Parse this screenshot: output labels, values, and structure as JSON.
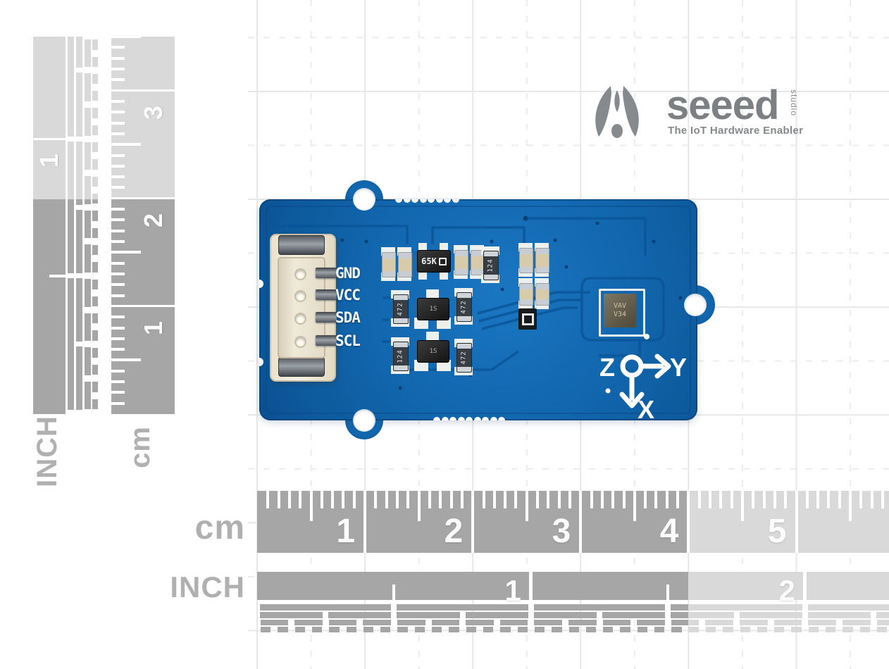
{
  "logo": {
    "brand": "seeed",
    "studio": "studio",
    "tagline": "The IoT Hardware Enabler"
  },
  "rulers": {
    "h_cm": {
      "unit": "cm",
      "numbers": [
        "1",
        "2",
        "3",
        "4",
        "5"
      ]
    },
    "h_inch": {
      "unit": "INCH",
      "numbers": [
        "1",
        "2"
      ]
    },
    "v_cm": {
      "unit": "cm",
      "numbers": [
        "1",
        "2",
        "3"
      ]
    },
    "v_inch": {
      "unit": "INCH",
      "numbers": [
        "1"
      ]
    }
  },
  "board": {
    "pin_labels": [
      "GND",
      "VCC",
      "SDA",
      "SCL"
    ],
    "axis": {
      "z": "Z",
      "y": "Y",
      "x": "X"
    },
    "components": {
      "regulator": "65K",
      "transistor_mid": "1S",
      "transistor_bottom": "1S",
      "r_top": "124",
      "r_mid_left": "472",
      "r_mid_right": "472",
      "r_bottom_left": "124",
      "r_bottom_right": "472",
      "sensor_line1": "VAV",
      "sensor_line2": "V34"
    }
  }
}
